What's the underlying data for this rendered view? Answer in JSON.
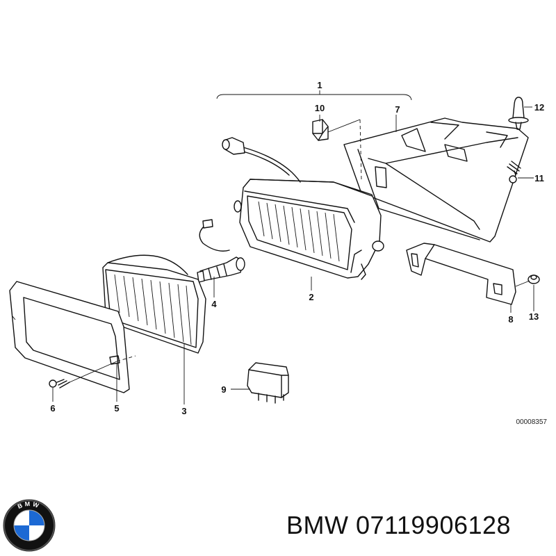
{
  "diagram": {
    "reference_code": "00008357",
    "parts": [
      {
        "number": "1"
      },
      {
        "number": "2"
      },
      {
        "number": "3"
      },
      {
        "number": "4"
      },
      {
        "number": "5"
      },
      {
        "number": "6"
      },
      {
        "number": "7"
      },
      {
        "number": "8"
      },
      {
        "number": "9"
      },
      {
        "number": "10"
      },
      {
        "number": "11"
      },
      {
        "number": "12"
      },
      {
        "number": "13"
      }
    ]
  },
  "logo": {
    "icon": "bmw-roundel-icon",
    "text": "BMW",
    "colors": {
      "blue": "#1c69d4",
      "black": "#111111",
      "white": "#ffffff"
    }
  },
  "caption": {
    "text": "BMW 07119906128"
  }
}
